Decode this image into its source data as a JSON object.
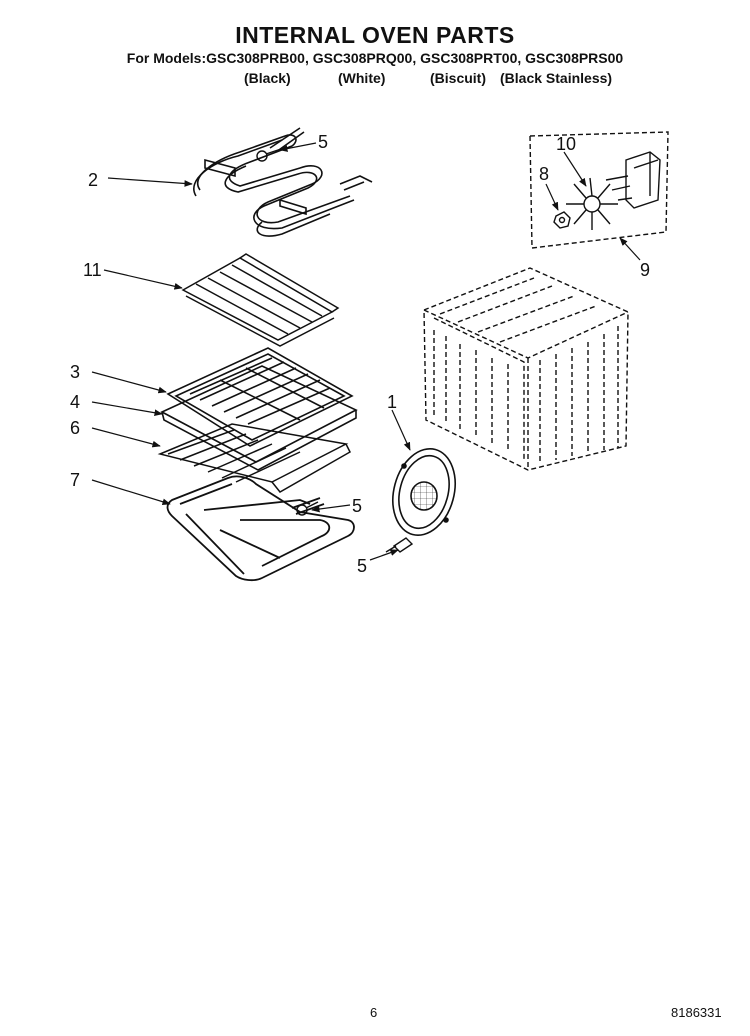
{
  "header": {
    "title": "INTERNAL OVEN PARTS",
    "models": "For Models:GSC308PRB00, GSC308PRQ00, GSC308PRT00, GSC308PRS00",
    "colors": [
      "(Black)",
      "(White)",
      "(Biscuit)",
      "(Black Stainless)"
    ]
  },
  "callouts": {
    "c1": "1",
    "c2": "2",
    "c3": "3",
    "c4": "4",
    "c5a": "5",
    "c5b": "5",
    "c5c": "5",
    "c6": "6",
    "c7": "7",
    "c8": "8",
    "c9": "9",
    "c10": "10",
    "c11": "11"
  },
  "footer": {
    "page": "6",
    "doc_number": "8186331"
  }
}
